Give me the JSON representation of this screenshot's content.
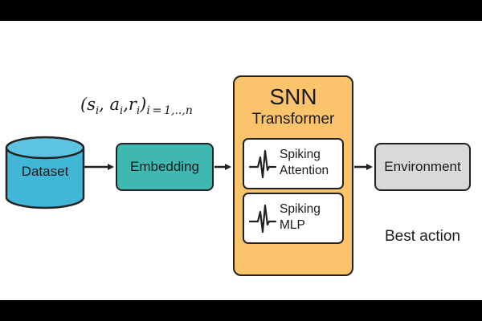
{
  "nodes": {
    "dataset": "Dataset",
    "embedding": "Embedding",
    "snn_title": "SNN",
    "snn_subtitle": "Transformer",
    "spiking_attention": [
      "Spiking",
      "Attention"
    ],
    "spiking_mlp": [
      "Spiking",
      "MLP"
    ],
    "environment": "Environment",
    "output": "Best action"
  },
  "tuple_label": "(s_i, a_i, r_i)_{i=1,..,n}",
  "colors": {
    "dataset": "#41b6d6",
    "embedding": "#3fb8b2",
    "snn": "#fbc36b",
    "environment": "#d9d9d9",
    "stroke": "#222222"
  },
  "icons": [
    "spike-waveform-icon",
    "spike-waveform-icon"
  ]
}
